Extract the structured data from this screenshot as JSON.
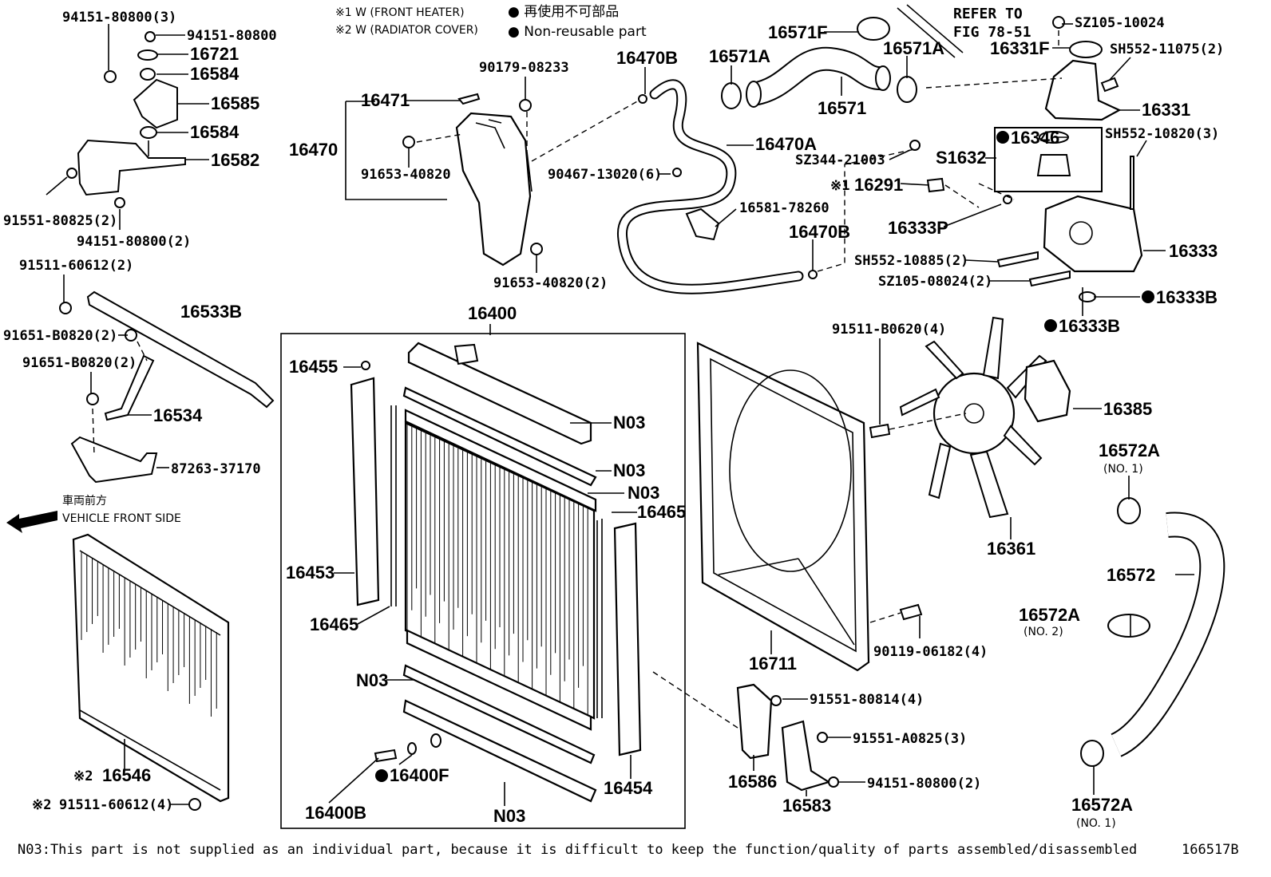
{
  "legend": {
    "note1": "※1 W (FRONT HEATER)",
    "note2": "※2 W (RADIATOR COVER)",
    "nonreusable_jp": "● 再使用不可部品",
    "nonreusable_en": "● Non-reusable part"
  },
  "refer": {
    "line1": "REFER TO",
    "line2": "FIG 78-51"
  },
  "vehicle_front": {
    "jp": "車両前方",
    "en": "VEHICLE FRONT SIDE"
  },
  "footer_note": "N03:This part is not supplied as an individual part, because it is difficult to keep the function/quality of parts assembled/disassembled",
  "figure_code": "166517B",
  "labels": {
    "a1": "94151-80800(3)",
    "a2": "94151-80800",
    "a3": "16721",
    "a4": "16584",
    "a5": "16585",
    "a6": "16584",
    "a7": "16582",
    "a8": "91551-80825(2)",
    "a9": "94151-80800(2)",
    "b1": "91511-60612(2)",
    "b2": "16533B",
    "b3": "91651-B0820(2)",
    "b4": "91651-B0820(2)",
    "b5": "16534",
    "b6": "87263-37170",
    "c1": "16546",
    "c1p": "※2",
    "c2": "91511-60612(4)",
    "c2p": "※2",
    "d1": "16471",
    "d2": "90179-08233",
    "d3": "16470",
    "d4": "91653-40820",
    "d5": "90467-13020(6)",
    "d6": "91653-40820(2)",
    "e1": "16470B",
    "e2": "16470A",
    "e3": "16581-78260",
    "e4": "16470B",
    "f1": "16571F",
    "f2": "16571A",
    "f3": "16571A",
    "f4": "16571",
    "g1": "SZ105-10024",
    "g2": "16331F",
    "g3": "SH552-11075(2)",
    "g4": "16331",
    "g5": "16346",
    "g6": "SH552-10820(3)",
    "g7": "SZ344-21003",
    "g8": "S1632",
    "g9": "16291",
    "g9p": "※1",
    "g10": "16333P",
    "g11": "16333",
    "g12": "SH552-10885(2)",
    "g13": "SZ105-08024(2)",
    "g14": "16333B",
    "g15": "16333B",
    "h1": "16400",
    "h2": "16455",
    "h3": "N03",
    "h4": "N03",
    "h5": "N03",
    "h6": "16465",
    "h7": "16453",
    "h8": "16465",
    "h9": "N03",
    "h10": "16400F",
    "h11": "16400B",
    "h12": "N03",
    "h13": "16454",
    "i1": "91511-B0620(4)",
    "i2": "16385",
    "i3": "16361",
    "i4": "16711",
    "i5": "90119-06182(4)",
    "i6": "91551-80814(4)",
    "i7": "91551-A0825(3)",
    "i8": "16586",
    "i9": "94151-80800(2)",
    "i10": "16583",
    "j1": "16572A",
    "j1s": "(NO. 1)",
    "j2": "16572",
    "j3": "16572A",
    "j3s": "(NO. 2)",
    "j4": "16572A",
    "j4s": "(NO. 1)"
  }
}
